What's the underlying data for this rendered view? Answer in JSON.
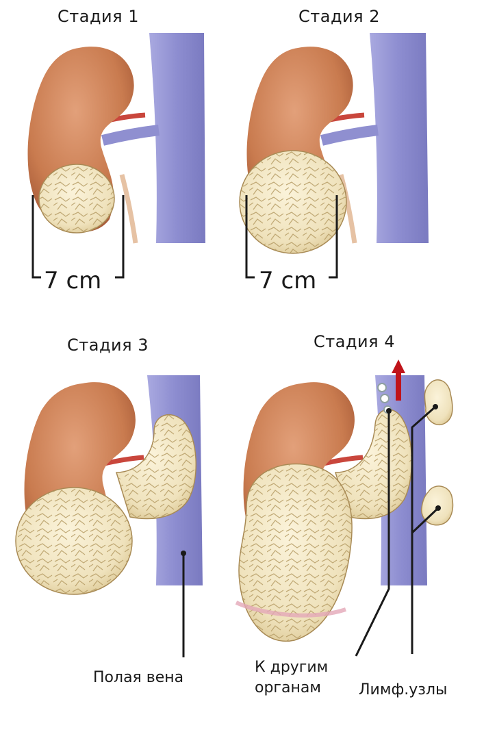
{
  "stages": [
    {
      "title": "Стадия 1",
      "measure": "7 cm"
    },
    {
      "title": "Стадия 2",
      "measure": "7 cm"
    },
    {
      "title": "Стадия 3"
    },
    {
      "title": "Стадия 4"
    }
  ],
  "labels": {
    "vena_cava": "Полая вена",
    "other_organs": "К другим\nорганам",
    "lymph_nodes": "Лимф.узлы"
  },
  "colors": {
    "kidney": "#c97b4f",
    "kidney_shadow": "#9c5030",
    "vein": "#8f8fd0",
    "tumor": "#efe2bc",
    "tumor_lines": "#b49a62",
    "artery": "#c9463c",
    "arrow": "#c0141a",
    "line": "#1a1a1a"
  }
}
